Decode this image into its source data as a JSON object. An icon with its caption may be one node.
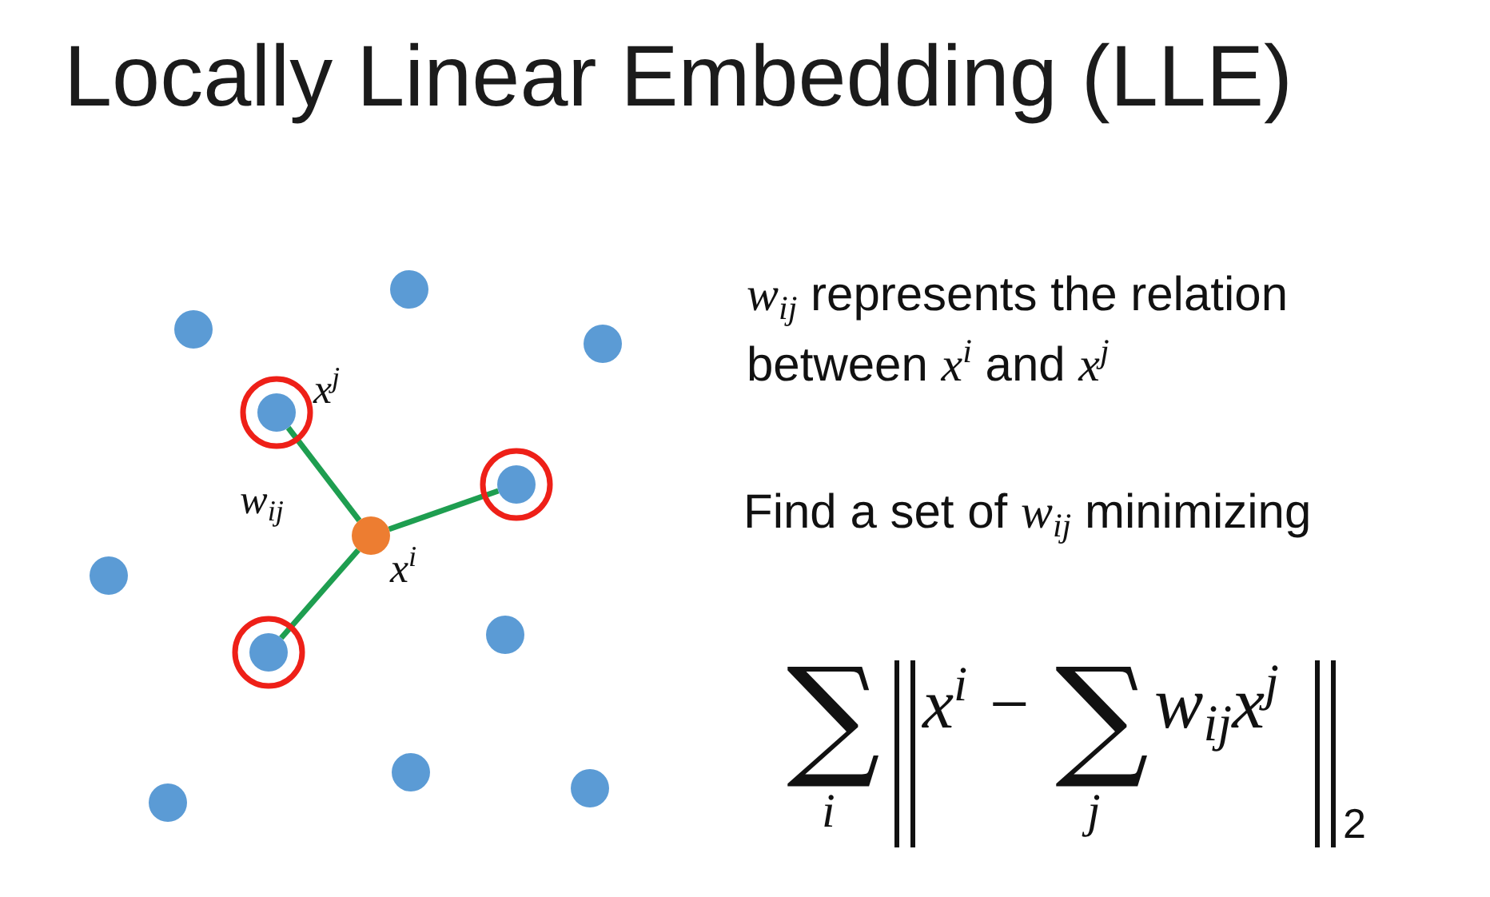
{
  "diagram": {
    "title": "Locally Linear Embedding (LLE)",
    "nodes": [
      {
        "text": [],
        "shape": "circle"
      },
      {
        "text": [],
        "shape": "circle"
      },
      {
        "text": [],
        "shape": "circle"
      },
      {
        "text": [],
        "shape": "circle",
        "beside": [
          "x$^{j}$"
        ]
      },
      {
        "text": [],
        "shape": "circle"
      },
      {
        "text": [],
        "shape": "circle",
        "beside": [
          "x$^{i}$"
        ]
      },
      {
        "text": [],
        "shape": "circle"
      },
      {
        "text": [],
        "shape": "circle"
      },
      {
        "text": [],
        "shape": "circle"
      },
      {
        "text": [],
        "shape": "circle"
      },
      {
        "text": [],
        "shape": "circle"
      },
      {
        "text": [],
        "shape": "circle"
      }
    ],
    "edges": [
      {
        "from": 5,
        "to": 3,
        "arrow": "none",
        "label": "w$_{ij}$"
      },
      {
        "from": 5,
        "to": 4,
        "arrow": "none"
      },
      {
        "from": 5,
        "to": 8,
        "arrow": "none"
      }
    ],
    "labels": [
      "*w*$_{ij}$ represents the relation between *x*$^{i}$ and *x*$^{j}$",
      "Find a set of *w*$_{ij}$ minimizing",
      "∑",
      "i",
      "x$^{i}$ −",
      "∑",
      "j",
      "w$_{ij}$x$^{j}$",
      "2"
    ]
  }
}
